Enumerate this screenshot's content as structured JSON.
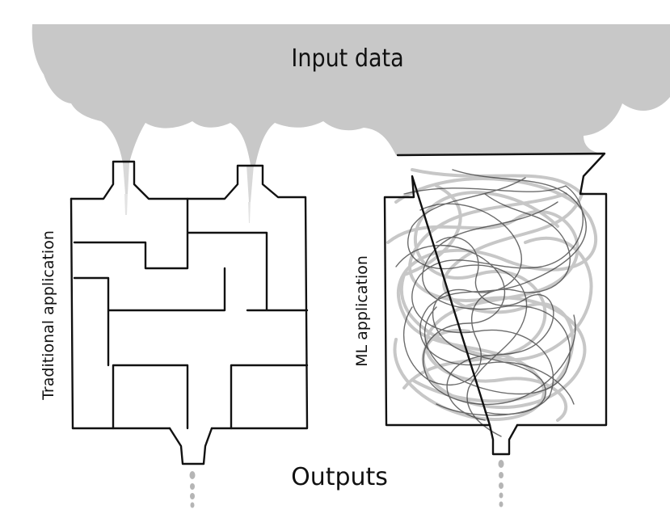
{
  "diagram": {
    "input_label": "Input data",
    "output_label": "Outputs",
    "traditional_label": "Traditional application",
    "ml_label": "ML application"
  },
  "colors": {
    "cloud": "#c8c8c8",
    "stroke": "#111111",
    "tangle_light": "#9a9a9a",
    "tangle_dark": "#3a3a3a",
    "drip": "#b5b5b5"
  }
}
